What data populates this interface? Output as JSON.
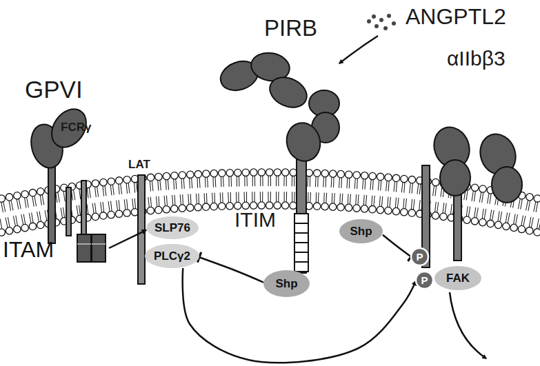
{
  "diagram": {
    "nodes": [
      {
        "text": [
          "ITAM"
        ]
      },
      {
        "text": [
          "SLP76"
        ]
      },
      {
        "text": [
          "PLCγ2"
        ]
      },
      {
        "text": [
          "Shp"
        ]
      },
      {
        "text": [
          "Shp"
        ]
      },
      {
        "text": [
          "FAK"
        ]
      },
      {
        "text": [
          "P"
        ]
      },
      {
        "text": [
          "P"
        ]
      }
    ],
    "edges": [
      {
        "from": 0,
        "to": 1,
        "arrow": "to"
      },
      {
        "from": 3,
        "to": 2,
        "arrow": "to"
      },
      {
        "from": 4,
        "to": 6,
        "arrow": "to"
      },
      {
        "from": 2,
        "to": 7,
        "arrow": "to"
      }
    ],
    "labels": [
      "GPVI",
      "FCRγ",
      "LAT",
      "PIRB",
      "ANGPTL2",
      "ITIM",
      "αIIbβ3"
    ]
  }
}
